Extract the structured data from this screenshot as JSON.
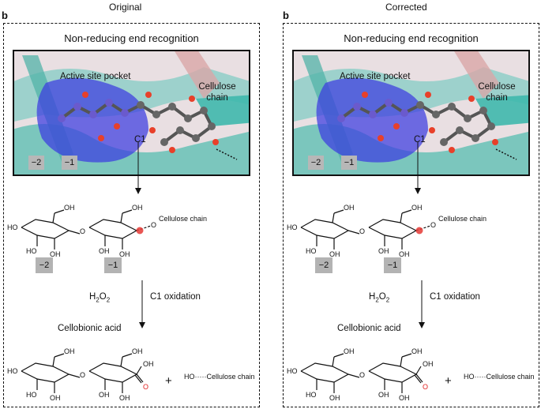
{
  "panels": [
    {
      "heading": "Original",
      "letter": "b",
      "title": "Non-reducing end recognition",
      "labels": {
        "pocket": "Active site pocket",
        "chain": "Cellulose chain",
        "c1": "C1"
      },
      "sites": [
        "−2",
        "−1"
      ],
      "reaction": {
        "reagent": "H2O2",
        "oxidation": "C1 oxidation"
      },
      "product": "Cellobionic acid",
      "plus": "+",
      "released": "HO·····Cellulose chain"
    },
    {
      "heading": "Corrected",
      "letter": "b",
      "title": "Non-reducing end recognition",
      "labels": {
        "pocket": "Active site pocket",
        "chain": "Cellulose chain",
        "c1": "C1"
      },
      "sites": [
        "−2",
        "−1"
      ],
      "reaction": {
        "reagent": "H2O2",
        "oxidation": "C1 oxidation"
      },
      "product": "Cellobionic acid",
      "plus": "+",
      "released": "HO·····Cellulose chain"
    }
  ],
  "chem": {
    "oh": "OH",
    "ho": "HO",
    "o": "O",
    "chain_label": "Cellulose chain",
    "h2": "H",
    "sub2": "2",
    "o2": "O"
  },
  "colors": {
    "protein": "#3fb8ad",
    "pocket": "#3c3ce0",
    "carbon": "#666666",
    "oxygen": "#e8402a",
    "highlight": "#e53935"
  }
}
